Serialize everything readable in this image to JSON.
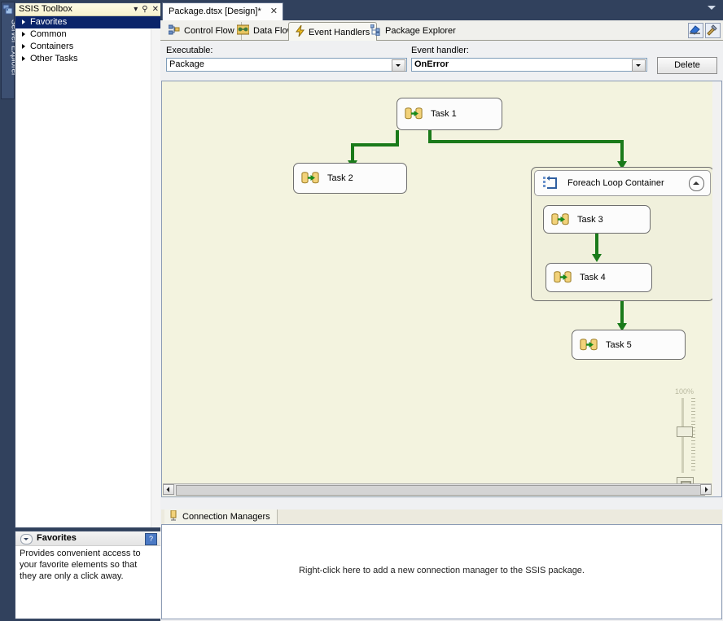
{
  "left_strip": {
    "tab_label": "Server Explorer",
    "icon": "server-explorer-icon"
  },
  "toolbox": {
    "title": "SSIS Toolbox",
    "buttons": [
      {
        "name": "dropdown",
        "glyph": "▾"
      },
      {
        "name": "pin",
        "glyph": "⚲"
      },
      {
        "name": "close",
        "glyph": "✕"
      }
    ],
    "items": [
      {
        "label": "Favorites",
        "selected": true
      },
      {
        "label": "Common",
        "selected": false
      },
      {
        "label": "Containers",
        "selected": false
      },
      {
        "label": "Other Tasks",
        "selected": false
      }
    ]
  },
  "description_pane": {
    "title": "Favorites",
    "text": "Provides convenient access to your favorite elements so that they are only a click away.",
    "help_glyph": "?",
    "chevron_icon": "chevron-down-icon"
  },
  "document_tab": {
    "label": "Package.dtsx [Design]*",
    "close_glyph": "✕"
  },
  "window_chevron": "chevron-down-icon",
  "designer_tabs": [
    {
      "label": "Control Flow",
      "icon": "control-flow-icon",
      "active": false
    },
    {
      "label": "Data Flow",
      "icon": "data-flow-icon",
      "active": false
    },
    {
      "label": "Event Handlers",
      "icon": "event-handlers-icon",
      "active": true
    },
    {
      "label": "Package Explorer",
      "icon": "package-explorer-icon",
      "active": false
    }
  ],
  "designer_tool_icons": [
    {
      "name": "eraser-icon"
    },
    {
      "name": "tools-icon"
    }
  ],
  "params": {
    "executable_label": "Executable:",
    "executable_value": "Package",
    "event_handler_label": "Event handler:",
    "event_handler_value": "OnError",
    "delete_label": "Delete"
  },
  "canvas": {
    "background": "#f3f3df",
    "connector_color": "#1a7a1a",
    "nodes": [
      {
        "id": "task1",
        "label": "Task 1",
        "icon": "execute-sql-task-icon"
      },
      {
        "id": "task2",
        "label": "Task 2",
        "icon": "execute-sql-task-icon"
      },
      {
        "id": "task3",
        "label": "Task 3",
        "icon": "execute-sql-task-icon"
      },
      {
        "id": "task4",
        "label": "Task 4",
        "icon": "execute-sql-task-icon"
      },
      {
        "id": "task5",
        "label": "Task 5",
        "icon": "execute-sql-task-icon"
      }
    ],
    "container": {
      "label": "Foreach Loop Container",
      "icon": "foreach-loop-icon",
      "collapse_icon": "chevron-up-icon"
    },
    "edges": [
      {
        "from": "task1",
        "to": "task2"
      },
      {
        "from": "task1",
        "to": "foreach-loop-container"
      },
      {
        "from": "task3",
        "to": "task4"
      },
      {
        "from": "foreach-loop-container",
        "to": "task5"
      }
    ],
    "zoom": {
      "level_label": "100%",
      "fit_icon": "fit-to-window-icon"
    }
  },
  "connection_managers": {
    "tab_label": "Connection Managers",
    "tab_icon": "connection-manager-icon",
    "hint": "Right-click here to add a new connection manager to the SSIS package."
  }
}
